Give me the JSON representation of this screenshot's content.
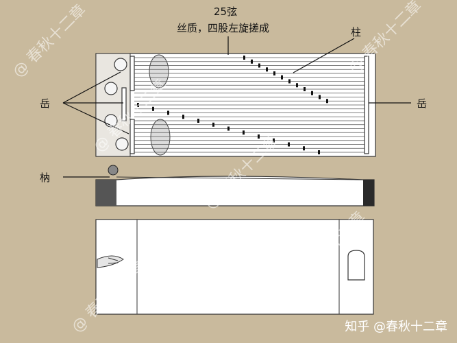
{
  "labels": {
    "strings_count": "25弦",
    "strings_desc": "丝质，四股左旋搓成",
    "bridge": "柱",
    "ridge_left": "岳",
    "ridge_right": "岳",
    "tail": "枘"
  },
  "watermarks": [
    "@ 春秋十二章",
    "@ 春秋十二章",
    "@ 春秋十二章",
    "@ 春秋十二章",
    "@ 春秋十二章",
    "@ 春秋十二章"
  ],
  "credit": "知乎 @春秋十二章",
  "colors": {
    "background": "#c9ba9d",
    "instrument_face": "#ffffff",
    "outline": "#333333",
    "tail_block": "#2a2a2a"
  },
  "string_count": 25
}
